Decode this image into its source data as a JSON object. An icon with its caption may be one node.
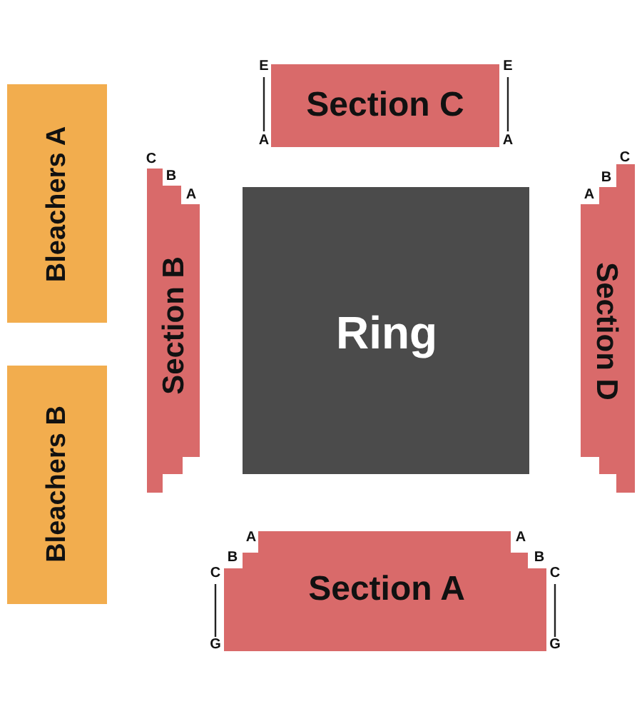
{
  "diagram": {
    "nodes": [
      {
        "text": [
          "Section C"
        ],
        "beside": [
          "E",
          "E",
          "A",
          "A"
        ]
      },
      {
        "text": [
          "Bleachers A"
        ]
      },
      {
        "text": [
          "Section B"
        ],
        "beside": [
          "C",
          "B",
          "A"
        ]
      },
      {
        "text": [
          "Ring"
        ]
      },
      {
        "text": [
          "Section D"
        ],
        "beside": [
          "A",
          "B",
          "C"
        ]
      },
      {
        "text": [
          "Bleachers B"
        ]
      },
      {
        "text": [
          "Section A"
        ],
        "beside": [
          "A",
          "A",
          "B",
          "B",
          "C",
          "C",
          "G",
          "G"
        ]
      }
    ]
  }
}
